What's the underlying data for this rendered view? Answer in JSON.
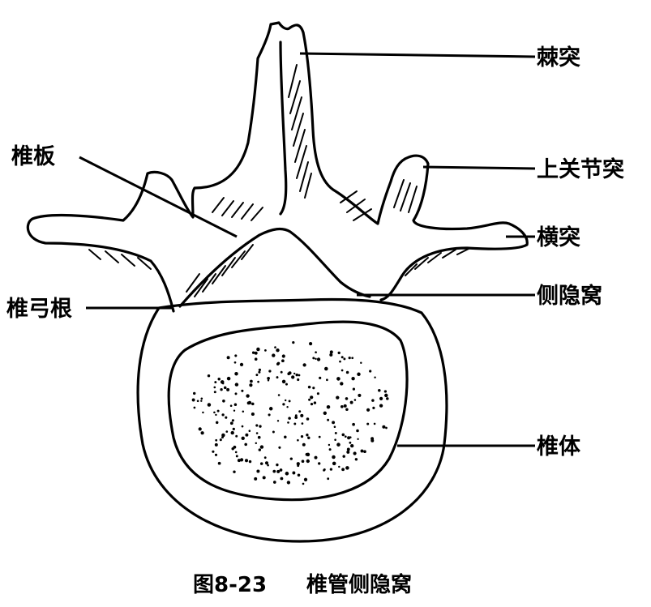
{
  "labels": {
    "spinous_process": "棘突",
    "lamina": "椎板",
    "superior_articular_process": "上关节突",
    "transverse_process": "横突",
    "pedicle": "椎弓根",
    "lateral_recess": "侧隐窝",
    "vertebral_body": "椎体"
  },
  "caption": {
    "figure_number": "图8-23",
    "title": "椎管侧隐窝"
  },
  "colors": {
    "ink": "#000000",
    "background": "#ffffff"
  }
}
